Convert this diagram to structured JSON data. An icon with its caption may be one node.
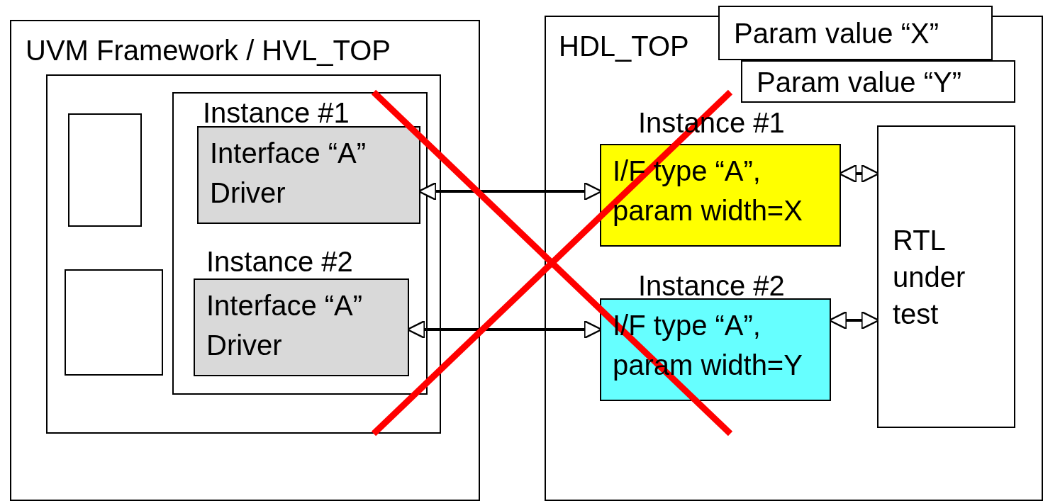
{
  "diagram": {
    "nodes": [
      {
        "text": [
          "UVM Framework / HVL_TOP"
        ]
      },
      {
        "text": [],
        "shape": "box",
        "in": 0
      },
      {
        "text": [],
        "shape": "box",
        "in": 1
      },
      {
        "text": [],
        "shape": "box",
        "in": 1
      },
      {
        "text": [],
        "shape": "box",
        "in": 1
      },
      {
        "text": [
          "Instance #1",
          "Interface “A” Driver"
        ],
        "in": 4
      },
      {
        "text": [
          "Instance #2",
          "Interface “A” Driver"
        ],
        "in": 4
      },
      {
        "text": [
          "HDL_TOP"
        ]
      },
      {
        "text": [
          "Param value “X”"
        ]
      },
      {
        "text": [
          "Param value “Y”"
        ],
        "in": 7
      },
      {
        "text": [
          "Instance #1",
          "I/F type “A”, param width=X"
        ],
        "in": 7
      },
      {
        "text": [
          "Instance #2",
          "I/F type “A”, param width=Y"
        ],
        "in": 7
      },
      {
        "text": [
          "RTL under test"
        ],
        "in": 7
      }
    ],
    "edges": [
      {
        "from": 5,
        "to": 10,
        "arrow": "both"
      },
      {
        "from": 6,
        "to": 11,
        "arrow": "both"
      },
      {
        "from": 10,
        "to": 12,
        "arrow": "both"
      },
      {
        "from": 11,
        "to": 12,
        "arrow": "both"
      }
    ]
  }
}
